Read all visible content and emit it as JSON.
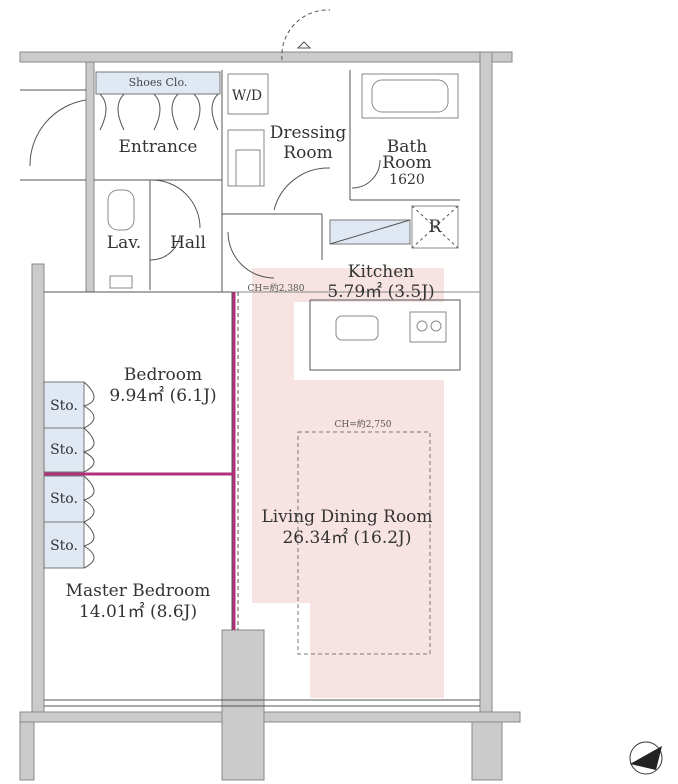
{
  "rooms": {
    "entrance": "Entrance",
    "shoes_closet": "Shoes Clo.",
    "washer_dryer": "W/D",
    "dressing_room": [
      "Dressing",
      "Room"
    ],
    "bath_room": [
      "Bath",
      "Room",
      "1620"
    ],
    "lavatory": "Lav.",
    "hall": "Hall",
    "refrigerator": "R",
    "kitchen": [
      "Kitchen",
      "5.79㎡ (3.5J)"
    ],
    "bedroom": [
      "Bedroom",
      "9.94㎡ (6.1J)"
    ],
    "master_bedroom": [
      "Master Bedroom",
      "14.01㎡ (8.6J)"
    ],
    "living_dining": [
      "Living Dining Room",
      "26.34㎡ (16.2J)"
    ],
    "storage": [
      "Sto.",
      "Sto.",
      "Sto.",
      "Sto."
    ]
  },
  "ceiling_heights": {
    "hall_area": "CH=約2,380",
    "living_area": "CH=約2,750"
  },
  "colors": {
    "wall_fill": "#cbcbcb",
    "highlight_fill": "#f8e3e3",
    "storage_fill": "#dfe8f3",
    "partition": "#b0307a"
  }
}
